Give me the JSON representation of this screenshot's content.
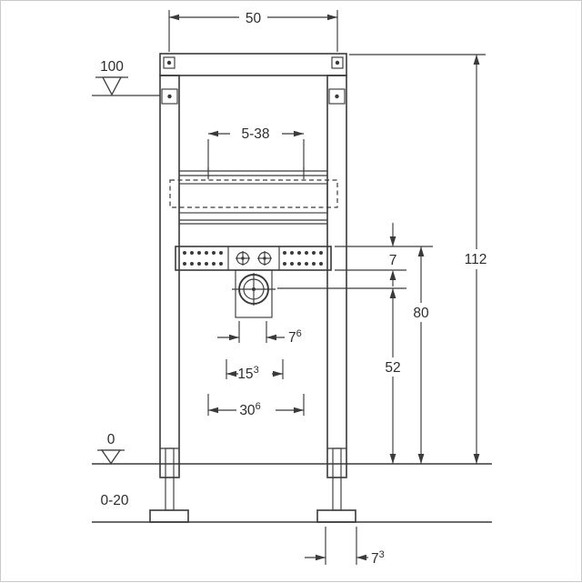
{
  "drawing": {
    "line_color": "#3a3a3a",
    "background": "#ffffff",
    "labels": {
      "width_top": "50",
      "level_top": "100",
      "tap_range": "5-38",
      "plate_thickness": "7",
      "frame_height": "112",
      "plate_height": "80",
      "drain_height": "52",
      "drain_offset": {
        "main": "7",
        "sup": "6"
      },
      "hole_spacing": {
        "main": "15",
        "sup": "3"
      },
      "rail_spacing": {
        "main": "30",
        "sup": "6"
      },
      "level_zero": "0",
      "floor_range": "0-20",
      "foot_depth": {
        "main": "7",
        "sup": "3"
      }
    }
  }
}
